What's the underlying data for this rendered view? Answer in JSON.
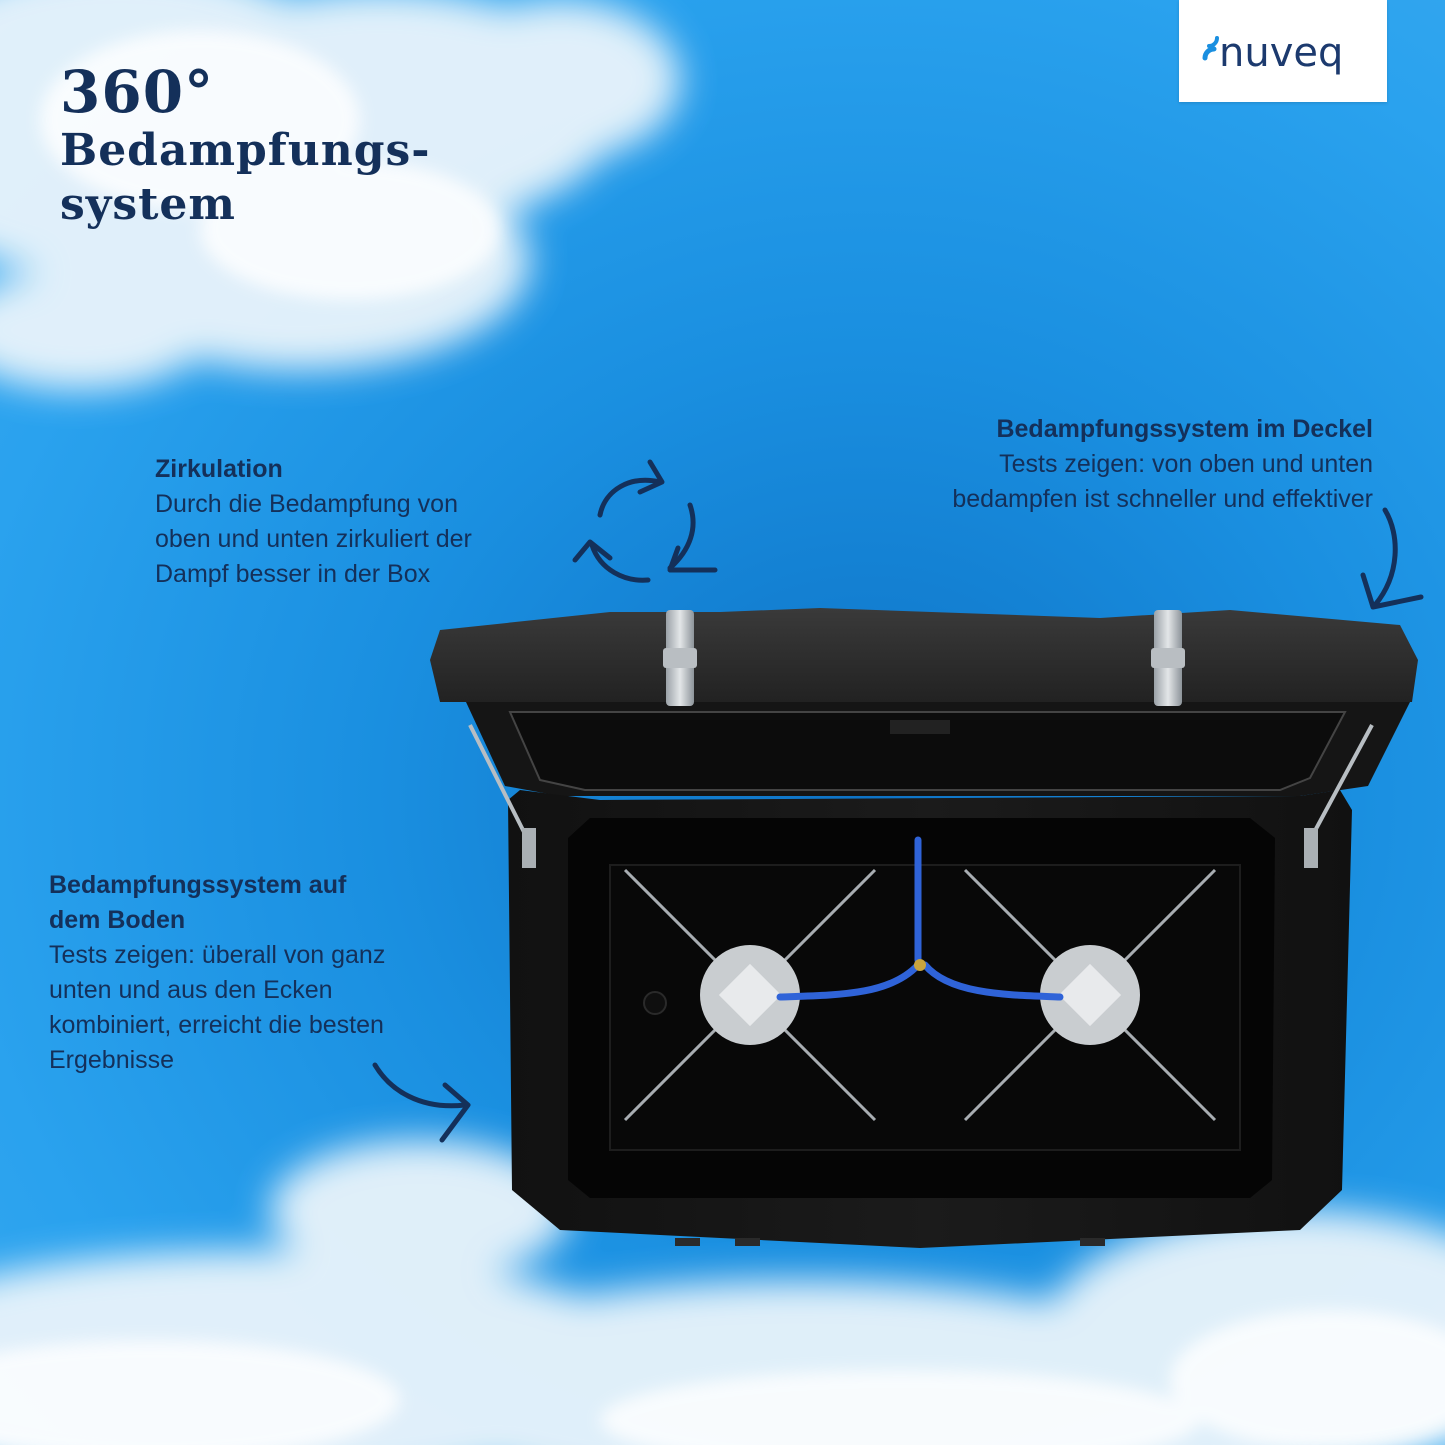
{
  "headline": {
    "number": "360°",
    "line1": "Bedampfungs-",
    "line2": "system"
  },
  "brand": {
    "logo_text": "nuveq",
    "color": "#1c3a6e",
    "accent": "#1a8fe0"
  },
  "callouts": {
    "zirkulation": {
      "title": "Zirkulation",
      "lines": [
        "Durch die Bedampfung von",
        "oben und unten zirkuliert der",
        "Dampf besser in der Box"
      ]
    },
    "deckel": {
      "title": "Bedampfungssystem im Deckel",
      "lines": [
        "Tests zeigen: von oben und unten",
        "bedampfen ist schneller und effektiver"
      ]
    },
    "boden": {
      "title_lines": [
        "Bedampfungssystem auf",
        "dem Boden"
      ],
      "lines": [
        "Tests zeigen: überall von ganz",
        "unten und aus den Ecken",
        "kombiniert, erreicht die besten",
        "Ergebnisse"
      ]
    }
  },
  "icons": {
    "cycle": "circular-arrows-icon",
    "arrow_down": "curved-arrow-down-icon",
    "arrow_right": "curved-arrow-right-icon"
  },
  "colors": {
    "text": "#14305a",
    "box": "#1a1a1a",
    "hose": "#2f63d8"
  }
}
